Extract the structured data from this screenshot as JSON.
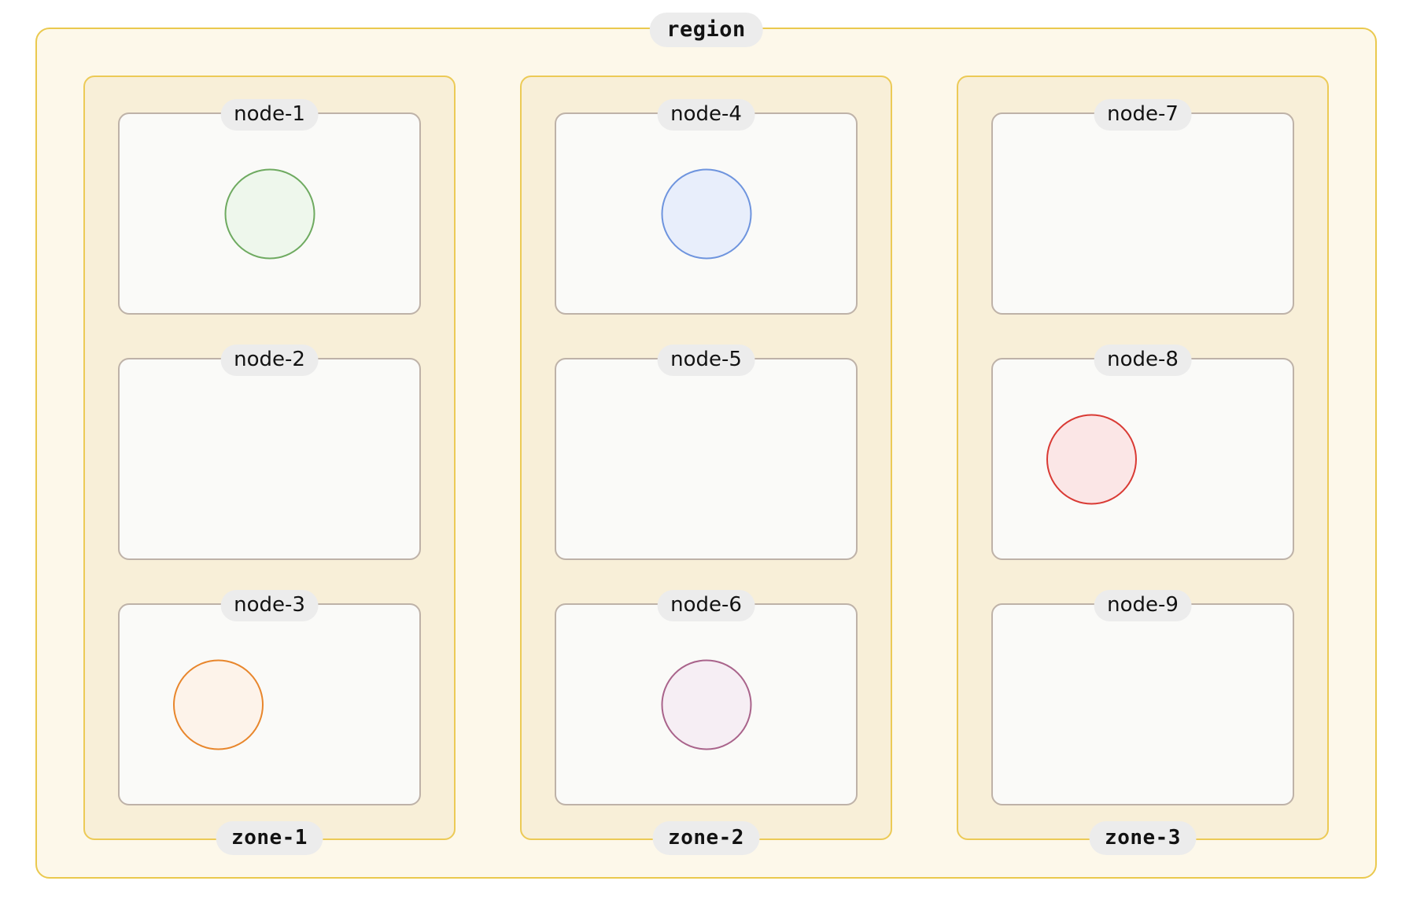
{
  "diagram": {
    "type": "nested-container-diagram",
    "region": {
      "label": "region",
      "background": "#fdf8ea",
      "border_color": "#eac94e"
    },
    "zone_style": {
      "background": "#f8efd8",
      "border_color": "#ecca56"
    },
    "node_style": {
      "background": "#fafaf8",
      "border_color": "#beb2a8"
    },
    "label_pill": {
      "background": "#ececec",
      "text_color": "#121212"
    },
    "zones": [
      {
        "label": "zone-1",
        "nodes": [
          {
            "label": "node-1",
            "item": {
              "shape": "circle",
              "fill": "#eef7ec",
              "stroke": "#6eaa60",
              "position": "center"
            }
          },
          {
            "label": "node-2",
            "item": null
          },
          {
            "label": "node-3",
            "item": {
              "shape": "circle",
              "fill": "#fdf3ea",
              "stroke": "#e8862c",
              "position": "left"
            }
          }
        ]
      },
      {
        "label": "zone-2",
        "nodes": [
          {
            "label": "node-4",
            "item": {
              "shape": "circle",
              "fill": "#e8eefb",
              "stroke": "#6e94de",
              "position": "center"
            }
          },
          {
            "label": "node-5",
            "item": null
          },
          {
            "label": "node-6",
            "item": {
              "shape": "circle",
              "fill": "#f6eef4",
              "stroke": "#a9638b",
              "position": "center"
            }
          }
        ]
      },
      {
        "label": "zone-3",
        "nodes": [
          {
            "label": "node-7",
            "item": null
          },
          {
            "label": "node-8",
            "item": {
              "shape": "circle",
              "fill": "#fbe6e6",
              "stroke": "#d93a34",
              "position": "left"
            }
          },
          {
            "label": "node-9",
            "item": null
          }
        ]
      }
    ]
  }
}
